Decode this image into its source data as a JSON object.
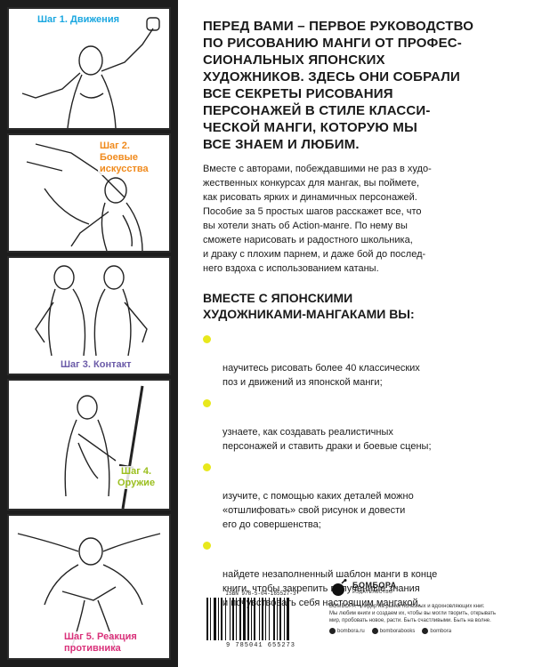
{
  "steps": [
    {
      "label": "Шаг 1. Движения",
      "color": "#1aa7e0"
    },
    {
      "label": "Шаг 2. Боевые\nискусства",
      "color": "#f08a1c"
    },
    {
      "label": "Шаг 3. Контакт",
      "color": "#6b5ba8"
    },
    {
      "label": "Шаг 4.\nОружие",
      "color": "#9bbf1f"
    },
    {
      "label": "Шаг 5. Реакция\nпротивника",
      "color": "#d9317a"
    }
  ],
  "headline": "Перед вами – первое руководство\nпо рисованию манги от профес-\nсиональных японских\nхудожников. Здесь они собрали\nвсе секреты рисования\nперсонажей в стиле класси-\nческой манги, которую мы\nвсе знаем и любим.",
  "intro": "Вместе с авторами, побеждавшими не раз в худо-\nжественных конкурсах для мангак, вы поймете,\nкак рисовать ярких и динамичных персонажей.\nПособие за 5 простых шагов расскажет все, что\nвы хотели знать об Action-манге. По нему вы\nсможете нарисовать и радостного школьника,\nи драку с плохим парнем, и даже бой до послед-\nнего вздоха с использованием катаны.",
  "subhead": "ВМЕСТЕ С ЯПОНСКИМИ\nХУДОЖНИКАМИ-МАНГАКАМИ  ВЫ:",
  "bullet_color": "#e8e81c",
  "bullets": [
    "научитесь рисовать более 40 классических\nпоз и движений из японской манги;",
    "узнаете, как создавать реалистичных\nперсонажей и ставить драки и боевые сцены;",
    "изучите, с помощью каких деталей можно\n«отшлифовать» свой рисунок и довести\nего до совершенства;",
    "найдете незаполненный шаблон манги в конце\nкниги, чтобы закрепить полученные знания\nи почувствовать себя настоящим мангакой."
  ],
  "isbn": "ISBN 978-5-04-165527-3",
  "barcode_number": "9 785041 655273",
  "publisher": {
    "name": "БОМБОРА",
    "sub": "ИЗДАТЕЛЬСТВО",
    "description": "БОМБОРА – лидер на рынке полезных и вдохновляющих книг.\nМы любим книги и создаем их, чтобы вы могли творить, открывать\nмир, пробовать новое, расти. Быть счастливыми. Быть на волне.",
    "socials": [
      "bombora.ru",
      "bomborabooks",
      "bombora"
    ]
  }
}
